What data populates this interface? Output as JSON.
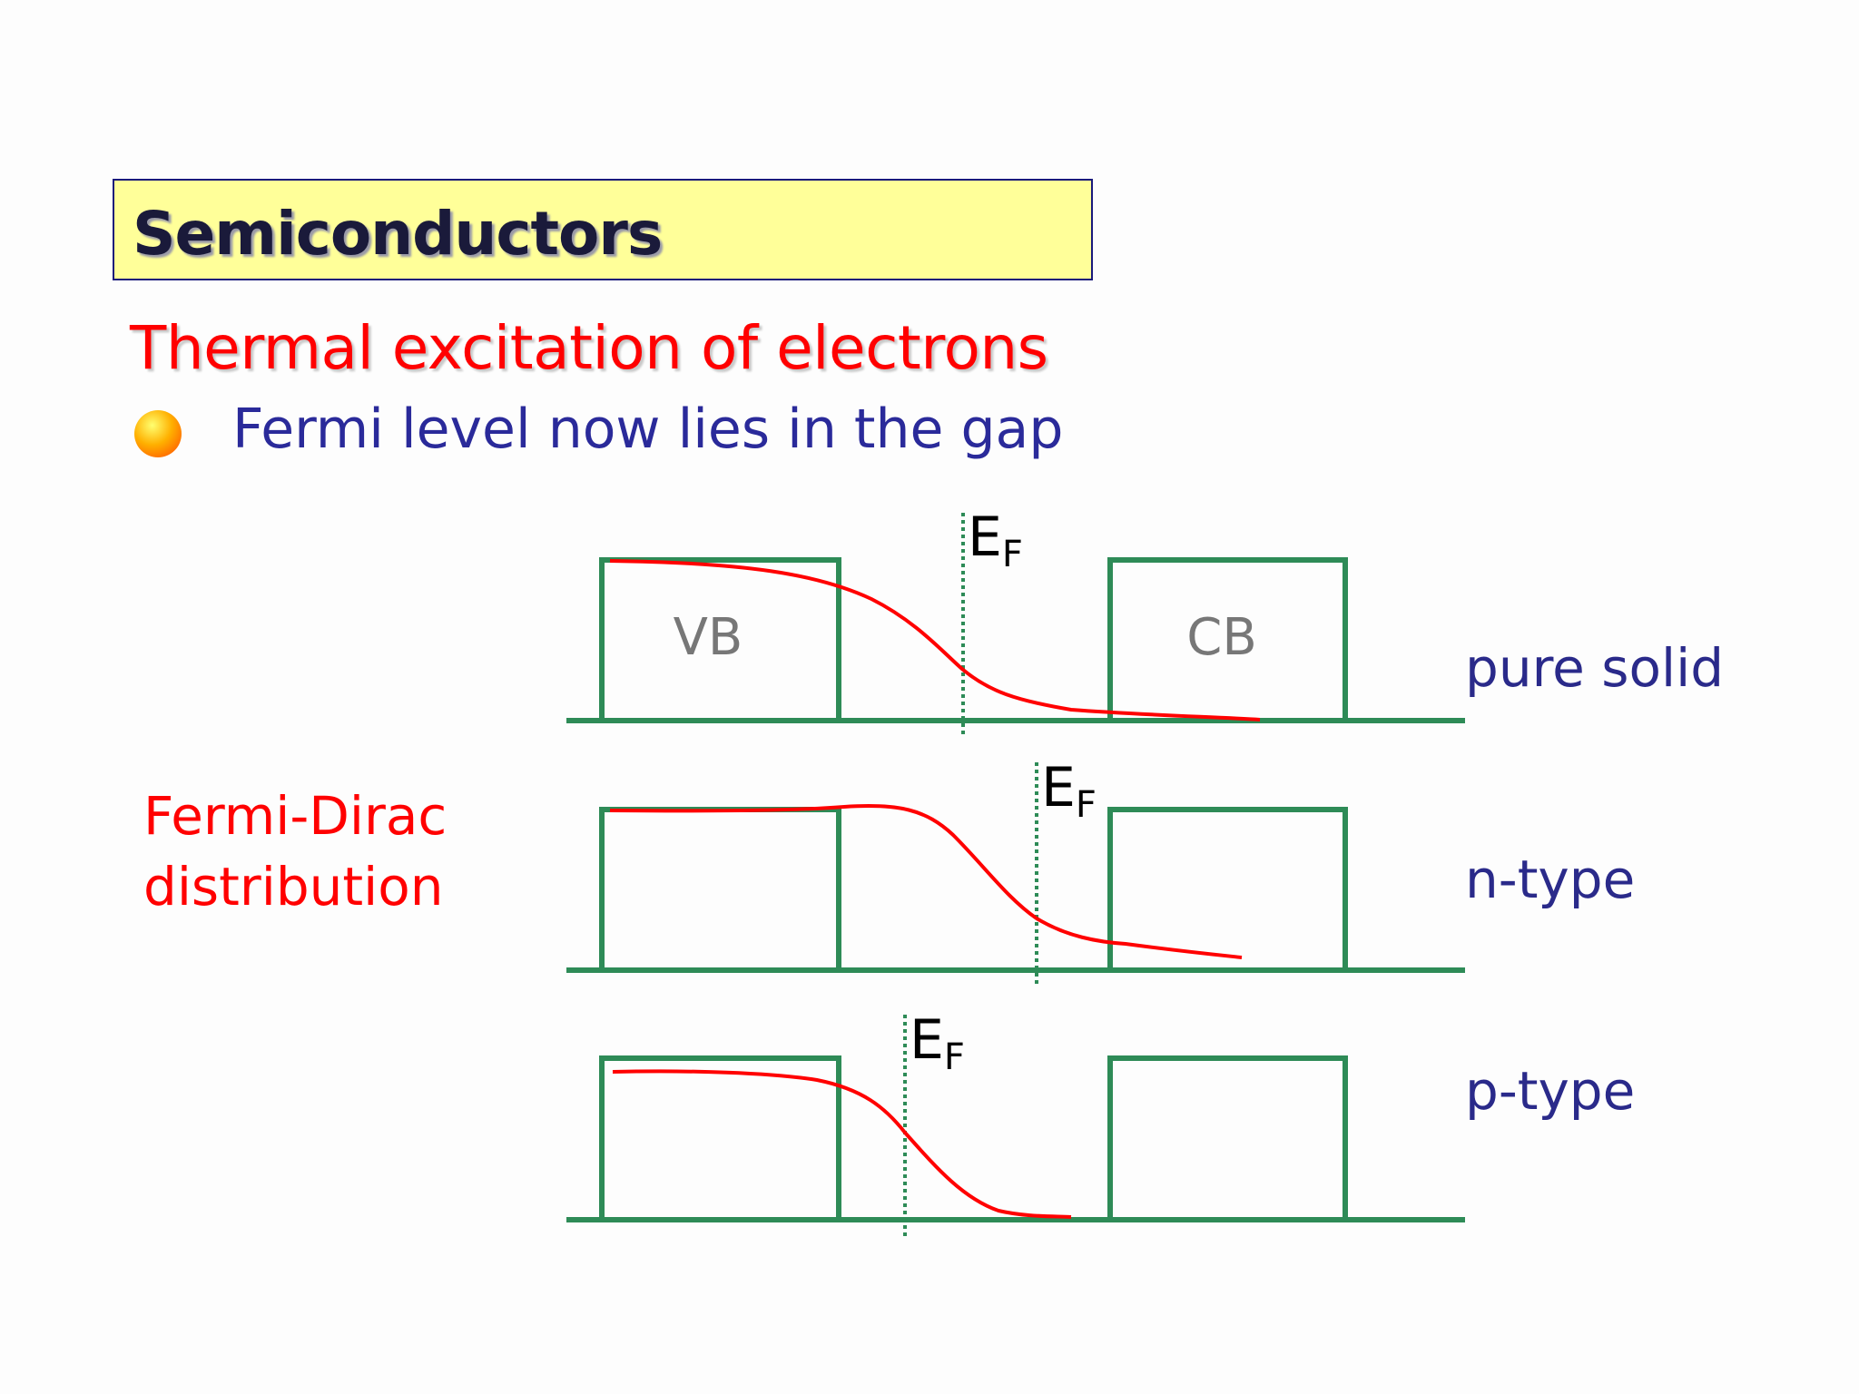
{
  "title": "Semiconductors",
  "subtitle": "Thermal excitation of electrons",
  "bullet": "Fermi level now lies in the gap",
  "side_label": {
    "line1": "Fermi-Dirac",
    "line2": "distribution"
  },
  "bands": {
    "vb_label": "VB",
    "cb_label": "CB"
  },
  "fermi_label": {
    "main": "E",
    "sub": "F"
  },
  "rows": [
    {
      "label": "pure solid"
    },
    {
      "label": "n-type"
    },
    {
      "label": "p-type"
    }
  ],
  "colors": {
    "title_bg": "#ffff99",
    "subtitle": "#ff0000",
    "body_text": "#2a2a9a",
    "band_outline": "#2e8b57",
    "distribution_curve": "#ff0000"
  }
}
